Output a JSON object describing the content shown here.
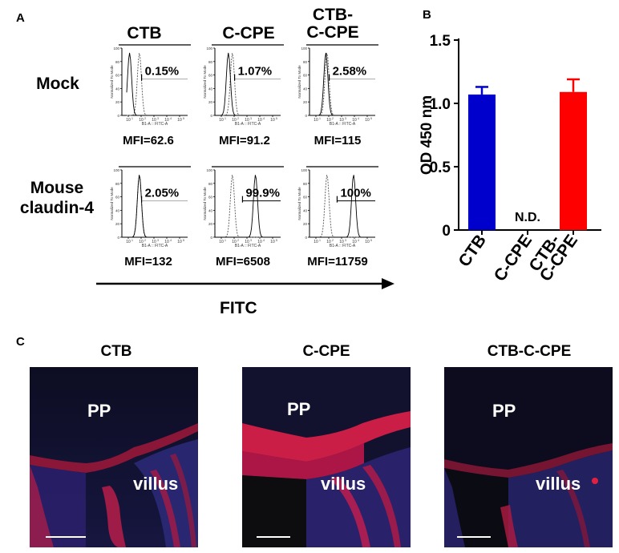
{
  "panel_labels": {
    "a": "A",
    "b": "B",
    "c": "C"
  },
  "panel_a": {
    "columns": [
      {
        "line1": "CTB",
        "line2": ""
      },
      {
        "line1": "C-CPE",
        "line2": ""
      },
      {
        "line1": "CTB-",
        "line2": "C-CPE"
      }
    ],
    "rows": [
      {
        "line1": "Mock",
        "line2": ""
      },
      {
        "line1": "Mouse",
        "line2": "claudin-4"
      }
    ],
    "cells": [
      {
        "percent": "0.15%",
        "mfi": "MFI=62.6",
        "stained_peak": 0.05
      },
      {
        "percent": "1.07%",
        "mfi": "MFI=91.2",
        "stained_peak": 0.15
      },
      {
        "percent": "2.58%",
        "mfi": "MFI=115",
        "stained_peak": 0.2
      },
      {
        "percent": "2.05%",
        "mfi": "MFI=132",
        "stained_peak": 0.22
      },
      {
        "percent": "99.9%",
        "mfi": "MFI=6508",
        "stained_peak": 0.62
      },
      {
        "percent": "100%",
        "mfi": "MFI=11759",
        "stained_peak": 0.68
      }
    ],
    "histogram_ylabel": "Normalized To Mode",
    "histogram_xlabel": "B1-A :: FITC-A",
    "histogram_yticks": [
      "0",
      "20",
      "40",
      "60",
      "80",
      "100"
    ],
    "histogram_xticks": [
      "10",
      "10",
      "10",
      "10",
      "10"
    ],
    "fitc_label": "FITC"
  },
  "chart_data": {
    "type": "bar",
    "categories": [
      "CTB",
      "C-CPE",
      "CTB-C-CPE"
    ],
    "category_labels": [
      [
        "CTB"
      ],
      [
        "C-CPE"
      ],
      [
        "CTB-",
        "C-CPE"
      ]
    ],
    "values": [
      1.07,
      null,
      1.09
    ],
    "errors": [
      0.06,
      null,
      0.1
    ],
    "annotations": [
      "",
      "N.D.",
      ""
    ],
    "colors": [
      "#0000cc",
      "#000000",
      "#ff0000"
    ],
    "ylabel": "OD 450 nm",
    "ylim": [
      0,
      1.5
    ],
    "yticks": [
      "0",
      "0.5",
      "1.0",
      "1.5"
    ],
    "ytick_values": [
      0,
      0.5,
      1.0,
      1.5
    ],
    "grid": false
  },
  "panel_c": {
    "titles": [
      "CTB",
      "C-CPE",
      "CTB-C-CPE"
    ],
    "pp_label": "PP",
    "villus_label": "villus"
  }
}
